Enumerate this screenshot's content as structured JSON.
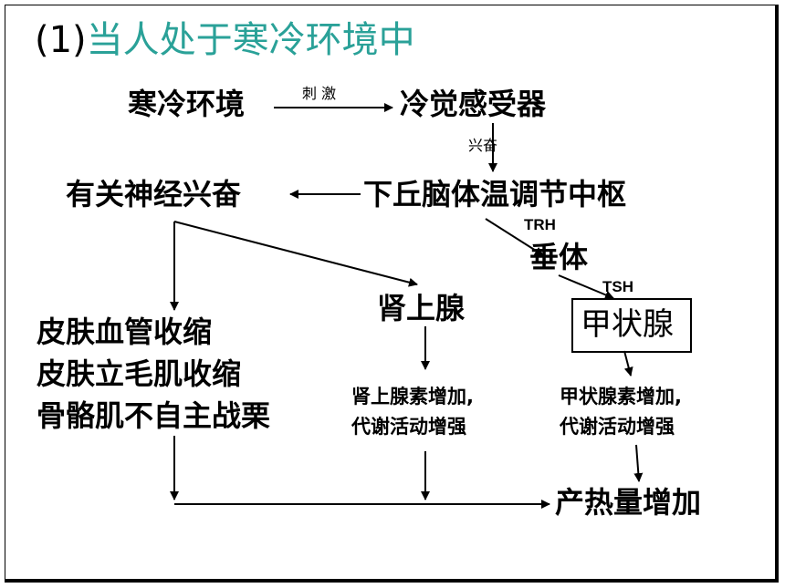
{
  "title": {
    "num": "(1)",
    "text": "当人处于寒冷环境中"
  },
  "nodes": {
    "cold_env": "寒冷环境",
    "cold_receptor": "冷觉感受器",
    "nerve_excite": "有关神经兴奋",
    "hypothalamus": "下丘脑体温调节中枢",
    "pituitary": "垂体",
    "adrenal": "肾上腺",
    "thyroid": "甲状腺",
    "skin_effects": [
      "皮肤血管收缩",
      "皮肤立毛肌收缩",
      "骨骼肌不自主战栗"
    ],
    "adrenal_effect": [
      "肾上腺素增加,",
      "代谢活动增强"
    ],
    "thyroid_effect": [
      "甲状腺素增加,",
      "代谢活动增强"
    ],
    "heat_increase": "产热量增加"
  },
  "edge_labels": {
    "stimulate": "刺 激",
    "excite": "兴奋",
    "trh": "TRH",
    "tsh": "TSH"
  }
}
